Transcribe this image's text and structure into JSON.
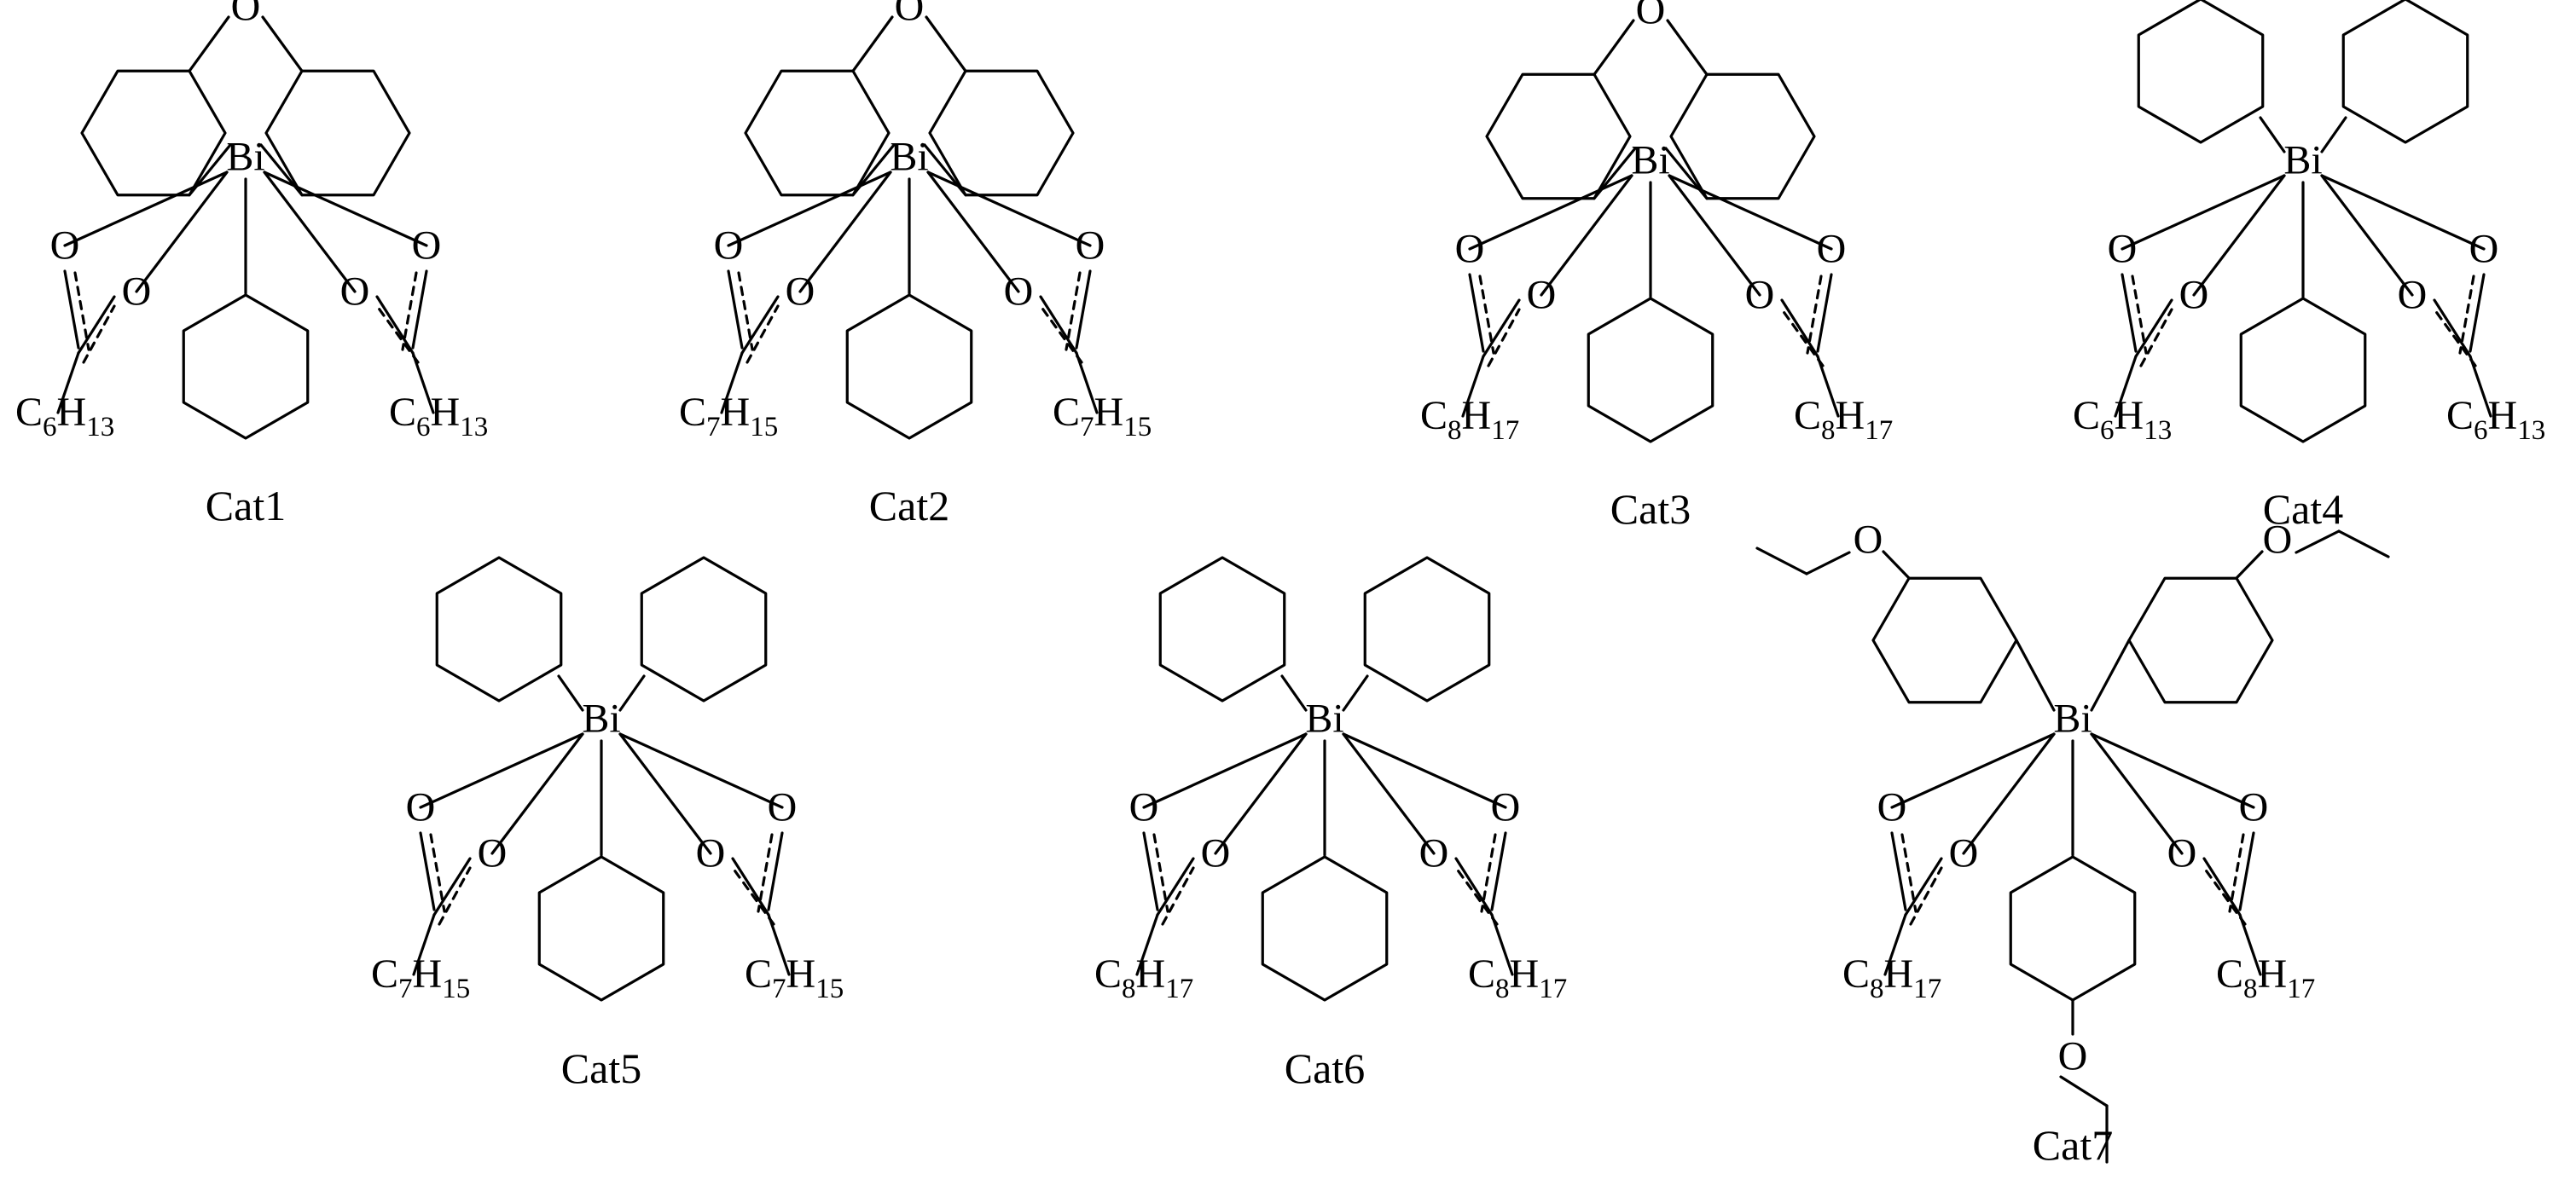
{
  "colors": {
    "background": "#ffffff",
    "ink": "#000000"
  },
  "labels": {
    "bismuth": "Bi",
    "oxygen": "O",
    "carbon": "C",
    "hydrogen": "H"
  },
  "catalysts": [
    {
      "name": "Cat1",
      "ring": "xanthene",
      "axial": "phenyl",
      "chain": {
        "c": "6",
        "h": "13"
      }
    },
    {
      "name": "Cat2",
      "ring": "xanthene",
      "axial": "phenyl",
      "chain": {
        "c": "7",
        "h": "15"
      }
    },
    {
      "name": "Cat3",
      "ring": "xanthene",
      "axial": "phenyl",
      "chain": {
        "c": "8",
        "h": "17"
      }
    },
    {
      "name": "Cat4",
      "ring": "diphenyl",
      "axial": "phenyl",
      "chain": {
        "c": "6",
        "h": "13"
      }
    },
    {
      "name": "Cat5",
      "ring": "diphenyl",
      "axial": "phenyl",
      "chain": {
        "c": "7",
        "h": "15"
      }
    },
    {
      "name": "Cat6",
      "ring": "diphenyl",
      "axial": "phenyl",
      "chain": {
        "c": "8",
        "h": "17"
      }
    },
    {
      "name": "Cat7",
      "ring": "ethoxyphenyl",
      "axial": "ethoxyphenyl",
      "chain": {
        "c": "8",
        "h": "17"
      }
    }
  ]
}
